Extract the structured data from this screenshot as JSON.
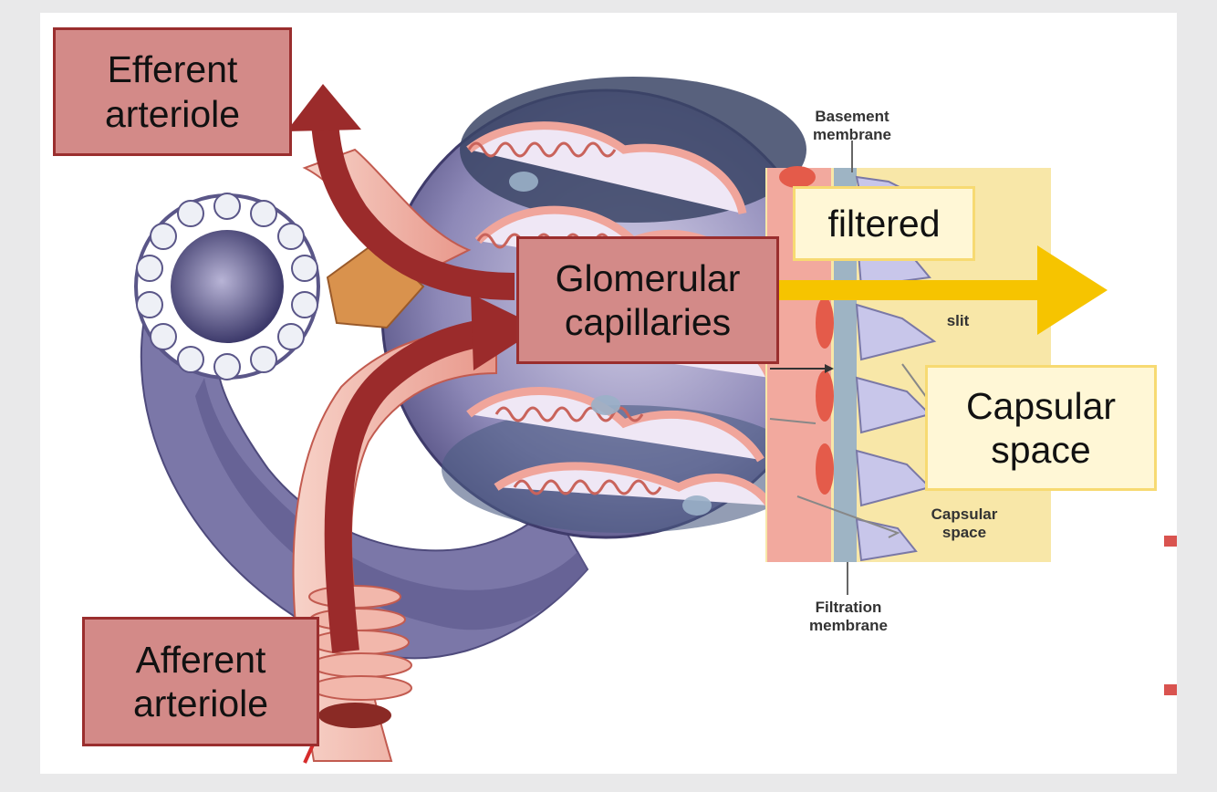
{
  "labels": {
    "efferent_line1": "Efferent",
    "efferent_line2": "arteriole",
    "afferent_line1": "Afferent",
    "afferent_line2": "arteriole",
    "glomerular_line1": "Glomerular",
    "glomerular_line2": "capillaries",
    "filtered": "filtered",
    "capsular_line1": "Capsular",
    "capsular_line2": "space"
  },
  "figure_labels": {
    "basement_line1": "Basement",
    "basement_line2": "membrane",
    "slit": "slit",
    "capsular_small_line1": "Capsular",
    "capsular_small_line2": "space",
    "filtration_line1": "Filtration",
    "filtration_line2": "membrane"
  },
  "colors": {
    "label_red_fill": "#d38a88",
    "label_red_border": "#9a2e2e",
    "label_yellow_fill": "#fff7d6",
    "label_yellow_border": "#f7da72",
    "arrow_red": "#9b2b2b",
    "arrow_yellow": "#f6c400",
    "tissue_purple": "#6e6a9e",
    "capillary_pink": "#f0a59b"
  }
}
